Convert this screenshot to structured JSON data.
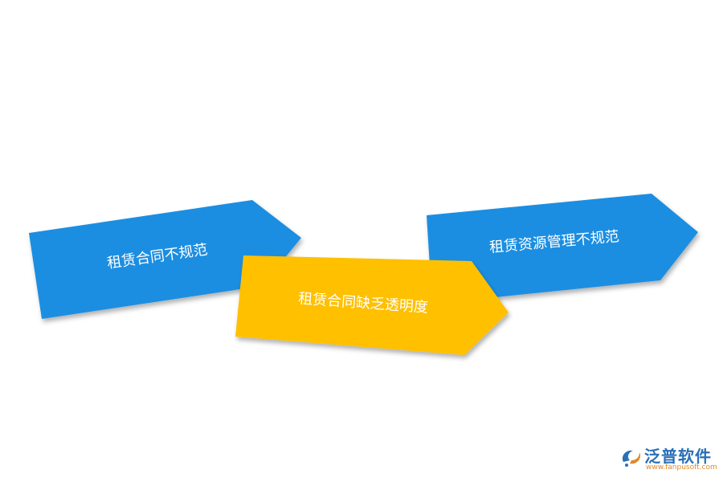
{
  "arrows": [
    {
      "label": "租赁合同不规范",
      "color": "#1a8ee1"
    },
    {
      "label": "租赁合同缺乏透明度",
      "color": "#ffc000"
    },
    {
      "label": "租赁资源管理不规范",
      "color": "#1a8ee1"
    }
  ],
  "logo": {
    "name": "泛普软件",
    "url": "www.fanpusoft.com",
    "colors": {
      "primary": "#2a6fb8",
      "accent": "#e08a2a"
    }
  }
}
